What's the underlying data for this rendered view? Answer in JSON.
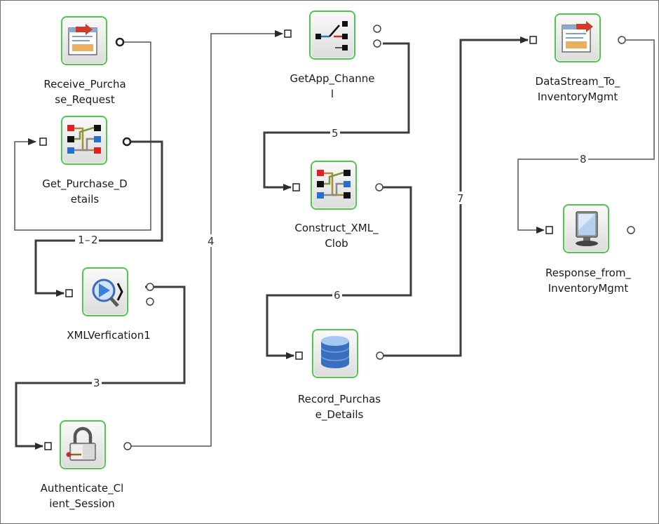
{
  "nodes": {
    "receive": {
      "l1": "Receive_Purcha",
      "l2": "se_Request"
    },
    "getpd": {
      "l1": "Get_Purchase_D",
      "l2": "etails"
    },
    "xmlver": {
      "l1": "XMLVerfication1",
      "l2": ""
    },
    "auth": {
      "l1": "Authenticate_Cl",
      "l2": "ient_Session"
    },
    "getapp": {
      "l1": "GetApp_Channe",
      "l2": "l"
    },
    "construct": {
      "l1": "Construct_XML_",
      "l2": "Clob"
    },
    "record": {
      "l1": "Record_Purchas",
      "l2": "e_Details"
    },
    "datastream": {
      "l1": "DataStream_To_",
      "l2": "InventoryMgmt"
    },
    "response": {
      "l1": "Response_from_",
      "l2": "InventoryMgmt"
    }
  },
  "wires": {
    "w1": "1",
    "w2": "2",
    "w3": "3",
    "w4": "4",
    "w5": "5",
    "w6": "6",
    "w7": "7",
    "w8": "8"
  },
  "colors": {
    "node_border": "#4cc84c",
    "wire": "#3c3c3c"
  }
}
